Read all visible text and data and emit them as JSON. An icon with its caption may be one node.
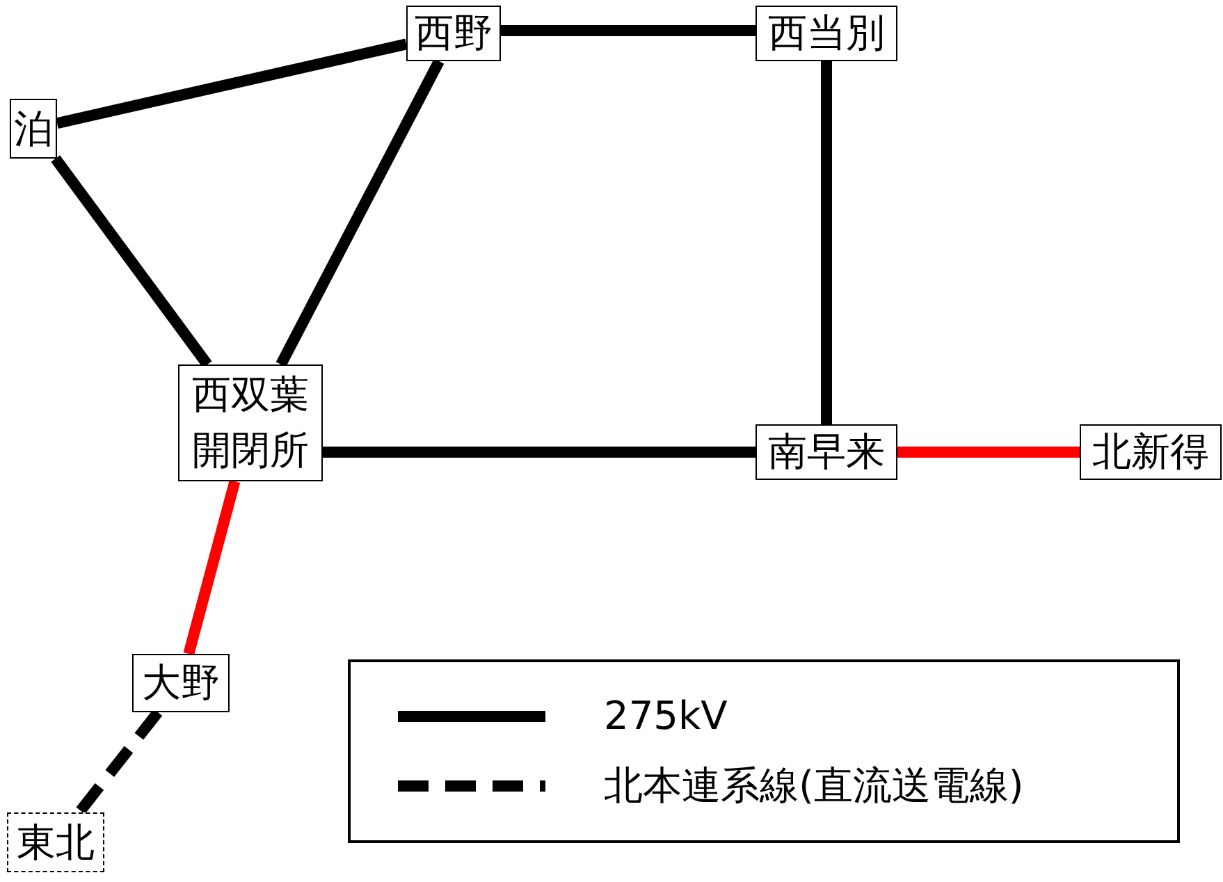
{
  "diagram": {
    "nodes": [
      {
        "text": [
          "西野"
        ]
      },
      {
        "text": [
          "西当別"
        ]
      },
      {
        "text": [
          "泊"
        ]
      },
      {
        "text": [
          "西双葉開閉所"
        ]
      },
      {
        "text": [
          "南早来"
        ]
      },
      {
        "text": [
          "北新得"
        ]
      },
      {
        "text": [
          "大野"
        ]
      },
      {
        "text": [
          "東北"
        ]
      }
    ],
    "edges": [
      {
        "from": 2,
        "to": 0,
        "arrow": "none"
      },
      {
        "from": 0,
        "to": 1,
        "arrow": "none"
      },
      {
        "from": 1,
        "to": 4,
        "arrow": "none"
      },
      {
        "from": 2,
        "to": 3,
        "arrow": "none"
      },
      {
        "from": 0,
        "to": 3,
        "arrow": "none"
      },
      {
        "from": 3,
        "to": 4,
        "arrow": "none"
      },
      {
        "from": 4,
        "to": 5,
        "arrow": "none",
        "color": "#ff0000"
      },
      {
        "from": 3,
        "to": 6,
        "arrow": "none",
        "color": "#ff0000"
      },
      {
        "from": 6,
        "to": 7,
        "arrow": "none",
        "style": "dashed"
      }
    ],
    "legend": [
      {
        "text": "275kV"
      },
      {
        "text": "北本連系線(直流送電線)"
      }
    ]
  }
}
